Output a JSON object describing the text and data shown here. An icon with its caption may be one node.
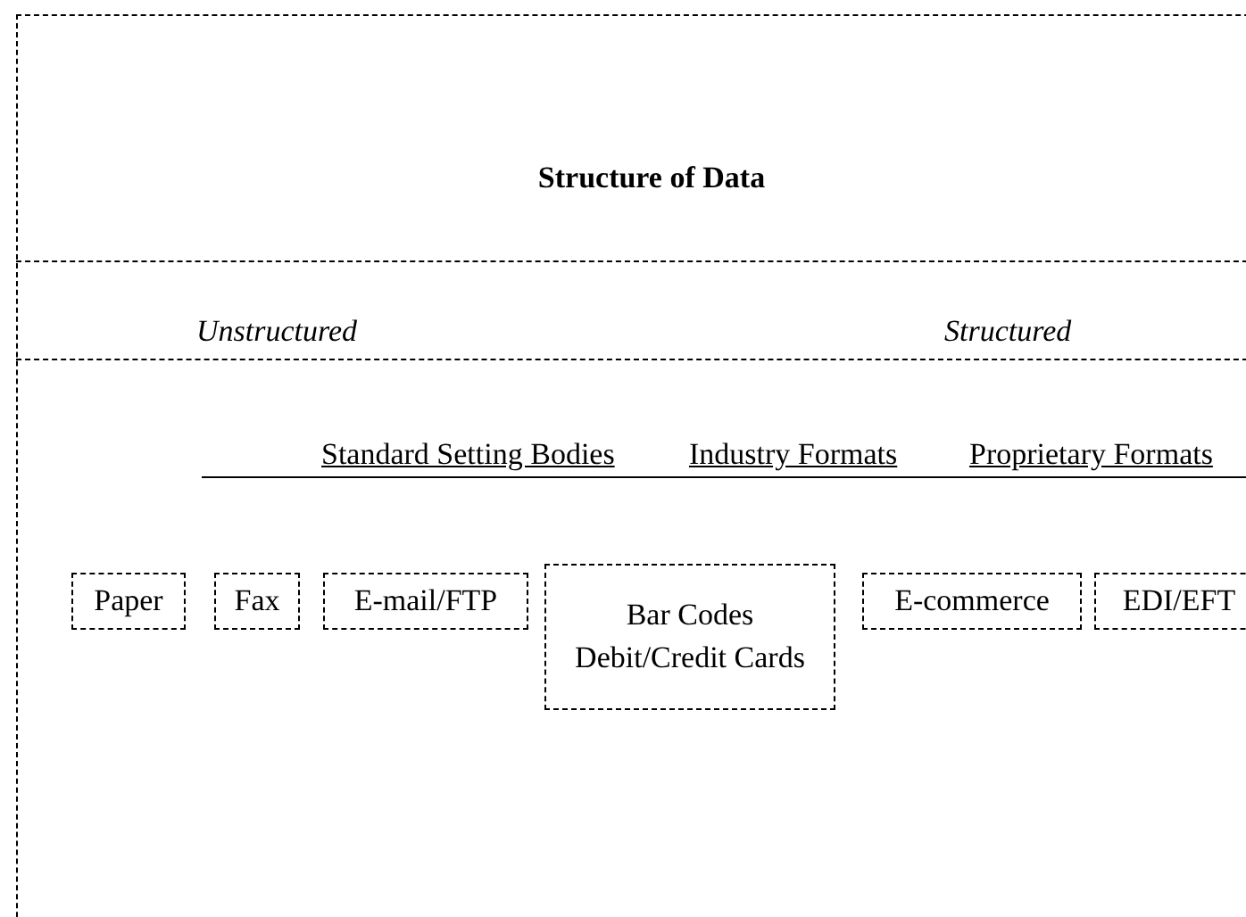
{
  "diagram": {
    "title": "Structure of Data",
    "nodes": [
      {
        "text": [
          "Paper"
        ]
      },
      {
        "text": [
          "Fax"
        ]
      },
      {
        "text": [
          "E-mail/FTP"
        ]
      },
      {
        "text": [
          "Bar Codes",
          "Debit/Credit Cards"
        ]
      },
      {
        "text": [
          "E-commerce"
        ]
      },
      {
        "text": [
          "EDI/EFT"
        ]
      }
    ],
    "edges": [],
    "labels": [
      "Unstructured",
      "Structured",
      "Standard Setting Bodies",
      "Industry Formats",
      "Proprietary Formats"
    ]
  }
}
